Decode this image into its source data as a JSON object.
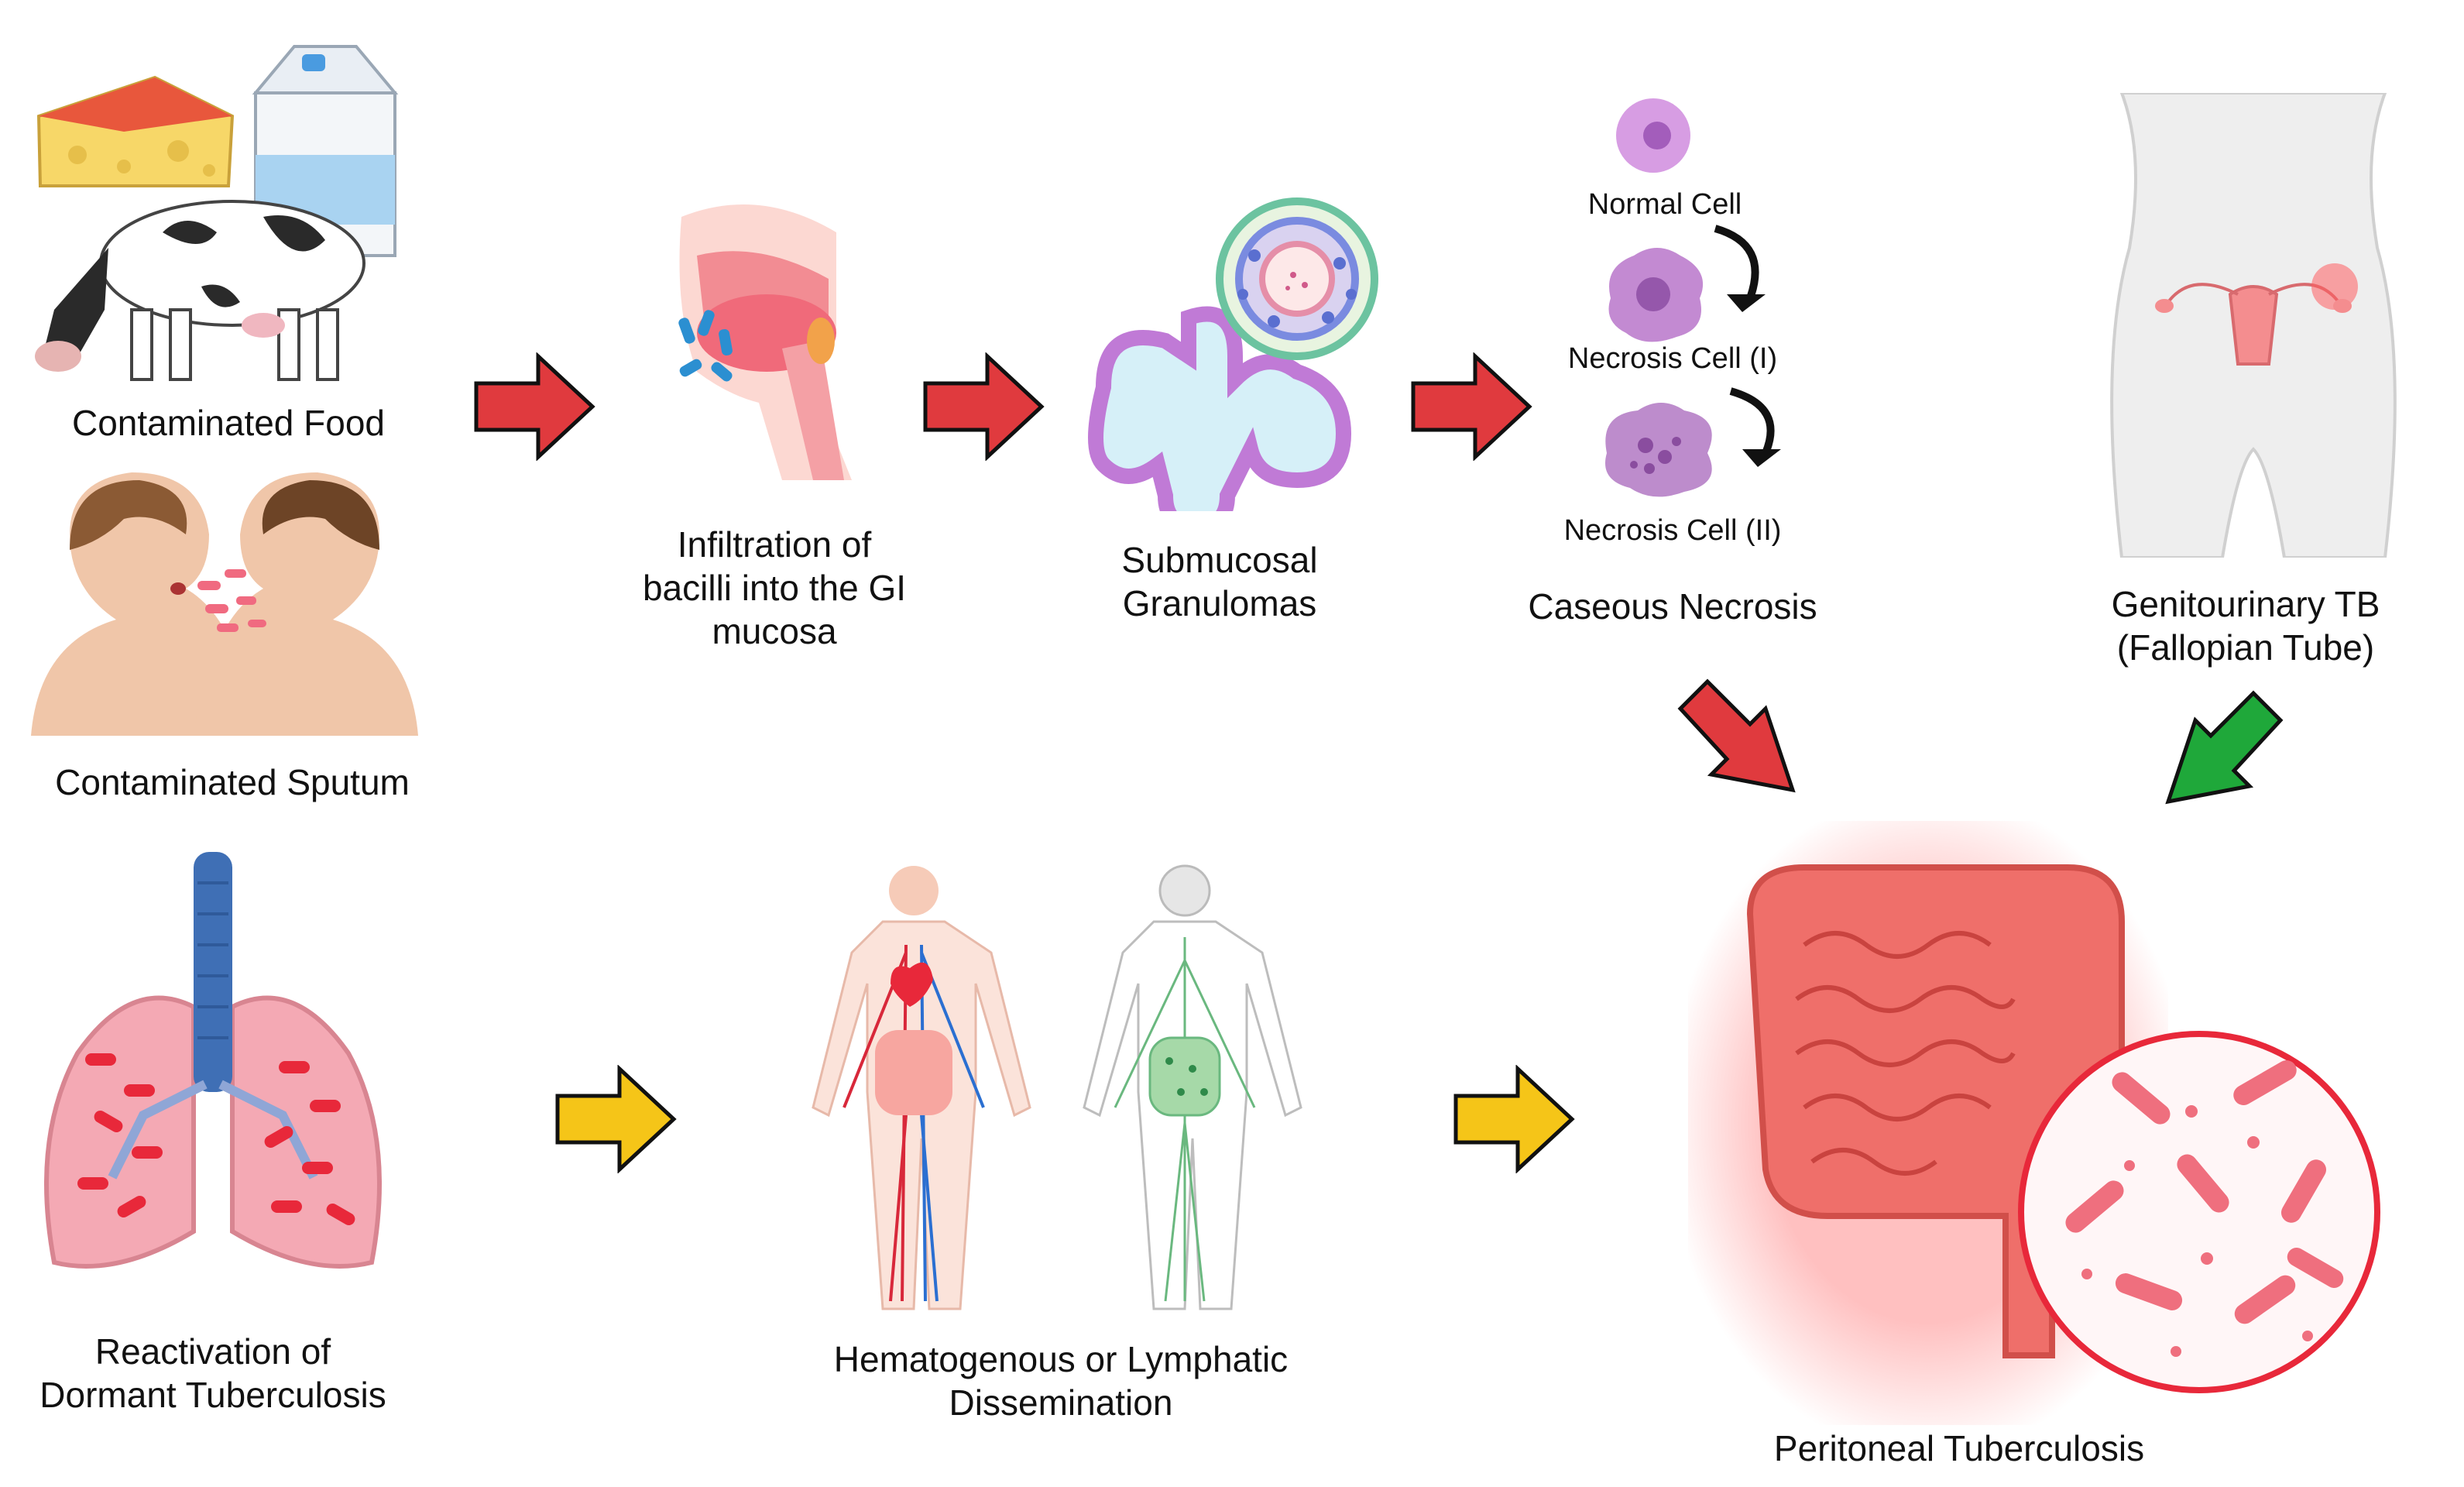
{
  "labels": {
    "contaminated_food": "Contaminated Food",
    "contaminated_sputum": "Contaminated Sputum",
    "infiltration_1": "Infiltration of",
    "infiltration_2": "bacilli into the GI",
    "infiltration_3": "mucosa",
    "submucosal_1": "Submucosal",
    "submucosal_2": "Granulomas",
    "normal_cell": "Normal Cell",
    "necrosis_1": "Necrosis Cell (I)",
    "necrosis_2": "Necrosis Cell (II)",
    "caseous_necrosis": "Caseous Necrosis",
    "genitourinary_1": "Genitourinary TB",
    "genitourinary_2": "(Fallopian Tube)",
    "reactivation_1": "Reactivation of",
    "reactivation_2": "Dormant Tuberculosis",
    "dissemination_1": "Hematogenous or Lymphatic",
    "dissemination_2": "Dissemination",
    "peritoneal": "Peritoneal Tuberculosis"
  },
  "colors": {
    "arrow_red": "#e03a3e",
    "arrow_yellow": "#f5c518",
    "arrow_green": "#1fa83a",
    "intestine": "#ef6f6a",
    "lung": "#f2a7b0",
    "trachea": "#3f6fb5",
    "bacilli_red": "#e8283a",
    "bacilli_blue": "#2b8fd1",
    "cell_purple": "#c77fd6"
  },
  "icons": [
    "cheese-icon",
    "milk-carton-icon",
    "cow-icon",
    "people-coughing-icon",
    "head-cross-section-icon",
    "granuloma-icon",
    "normal-cell-icon",
    "necrosis-cell-i-icon",
    "necrosis-cell-ii-icon",
    "female-pelvis-icon",
    "lungs-icon",
    "circulatory-system-icon",
    "lymphatic-system-icon",
    "intestines-icon",
    "bacteria-magnified-icon"
  ]
}
